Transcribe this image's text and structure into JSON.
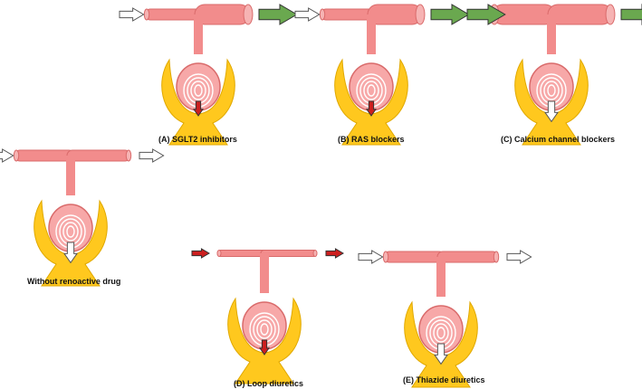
{
  "colors": {
    "vessel": "#f28c8c",
    "vessel_edge": "#d96a6a",
    "glomerulus": "#f7a8a8",
    "capsule": "#ffc81e",
    "arrow_increase": "#6aa84f",
    "arrow_decrease": "#cc1f1f",
    "arrow_neutral": "#ffffff"
  },
  "panels": [
    {
      "id": "sglt2",
      "label": "(A)  SGLT2 inhibitors",
      "afferent": "normal",
      "efferent": "dilated",
      "in_arrow": "neutral",
      "out_arrow": "increase",
      "filtration": "decrease"
    },
    {
      "id": "ras",
      "label": "(B)  RAS blockers",
      "afferent": "normal",
      "efferent": "dilated",
      "in_arrow": "neutral",
      "out_arrow": "increase",
      "filtration": "decrease"
    },
    {
      "id": "ccb",
      "label": "(C)  Calcium channel blockers",
      "afferent": "dilated",
      "efferent": "dilated",
      "in_arrow": "increase",
      "out_arrow": "increase",
      "filtration": "neutral"
    },
    {
      "id": "none",
      "label": "Without renoactive drug",
      "afferent": "normal",
      "efferent": "normal",
      "in_arrow": "neutral",
      "out_arrow": "neutral",
      "filtration": "neutral"
    },
    {
      "id": "loop",
      "label": "(D)  Loop diuretics",
      "afferent": "narrow",
      "efferent": "narrow",
      "in_arrow": "decrease",
      "out_arrow": "decrease",
      "filtration": "decrease"
    },
    {
      "id": "thiazide",
      "label": "(E)  Thiazide diuretics",
      "afferent": "normal",
      "efferent": "normal",
      "in_arrow": "neutral",
      "out_arrow": "neutral",
      "filtration": "neutral"
    }
  ]
}
